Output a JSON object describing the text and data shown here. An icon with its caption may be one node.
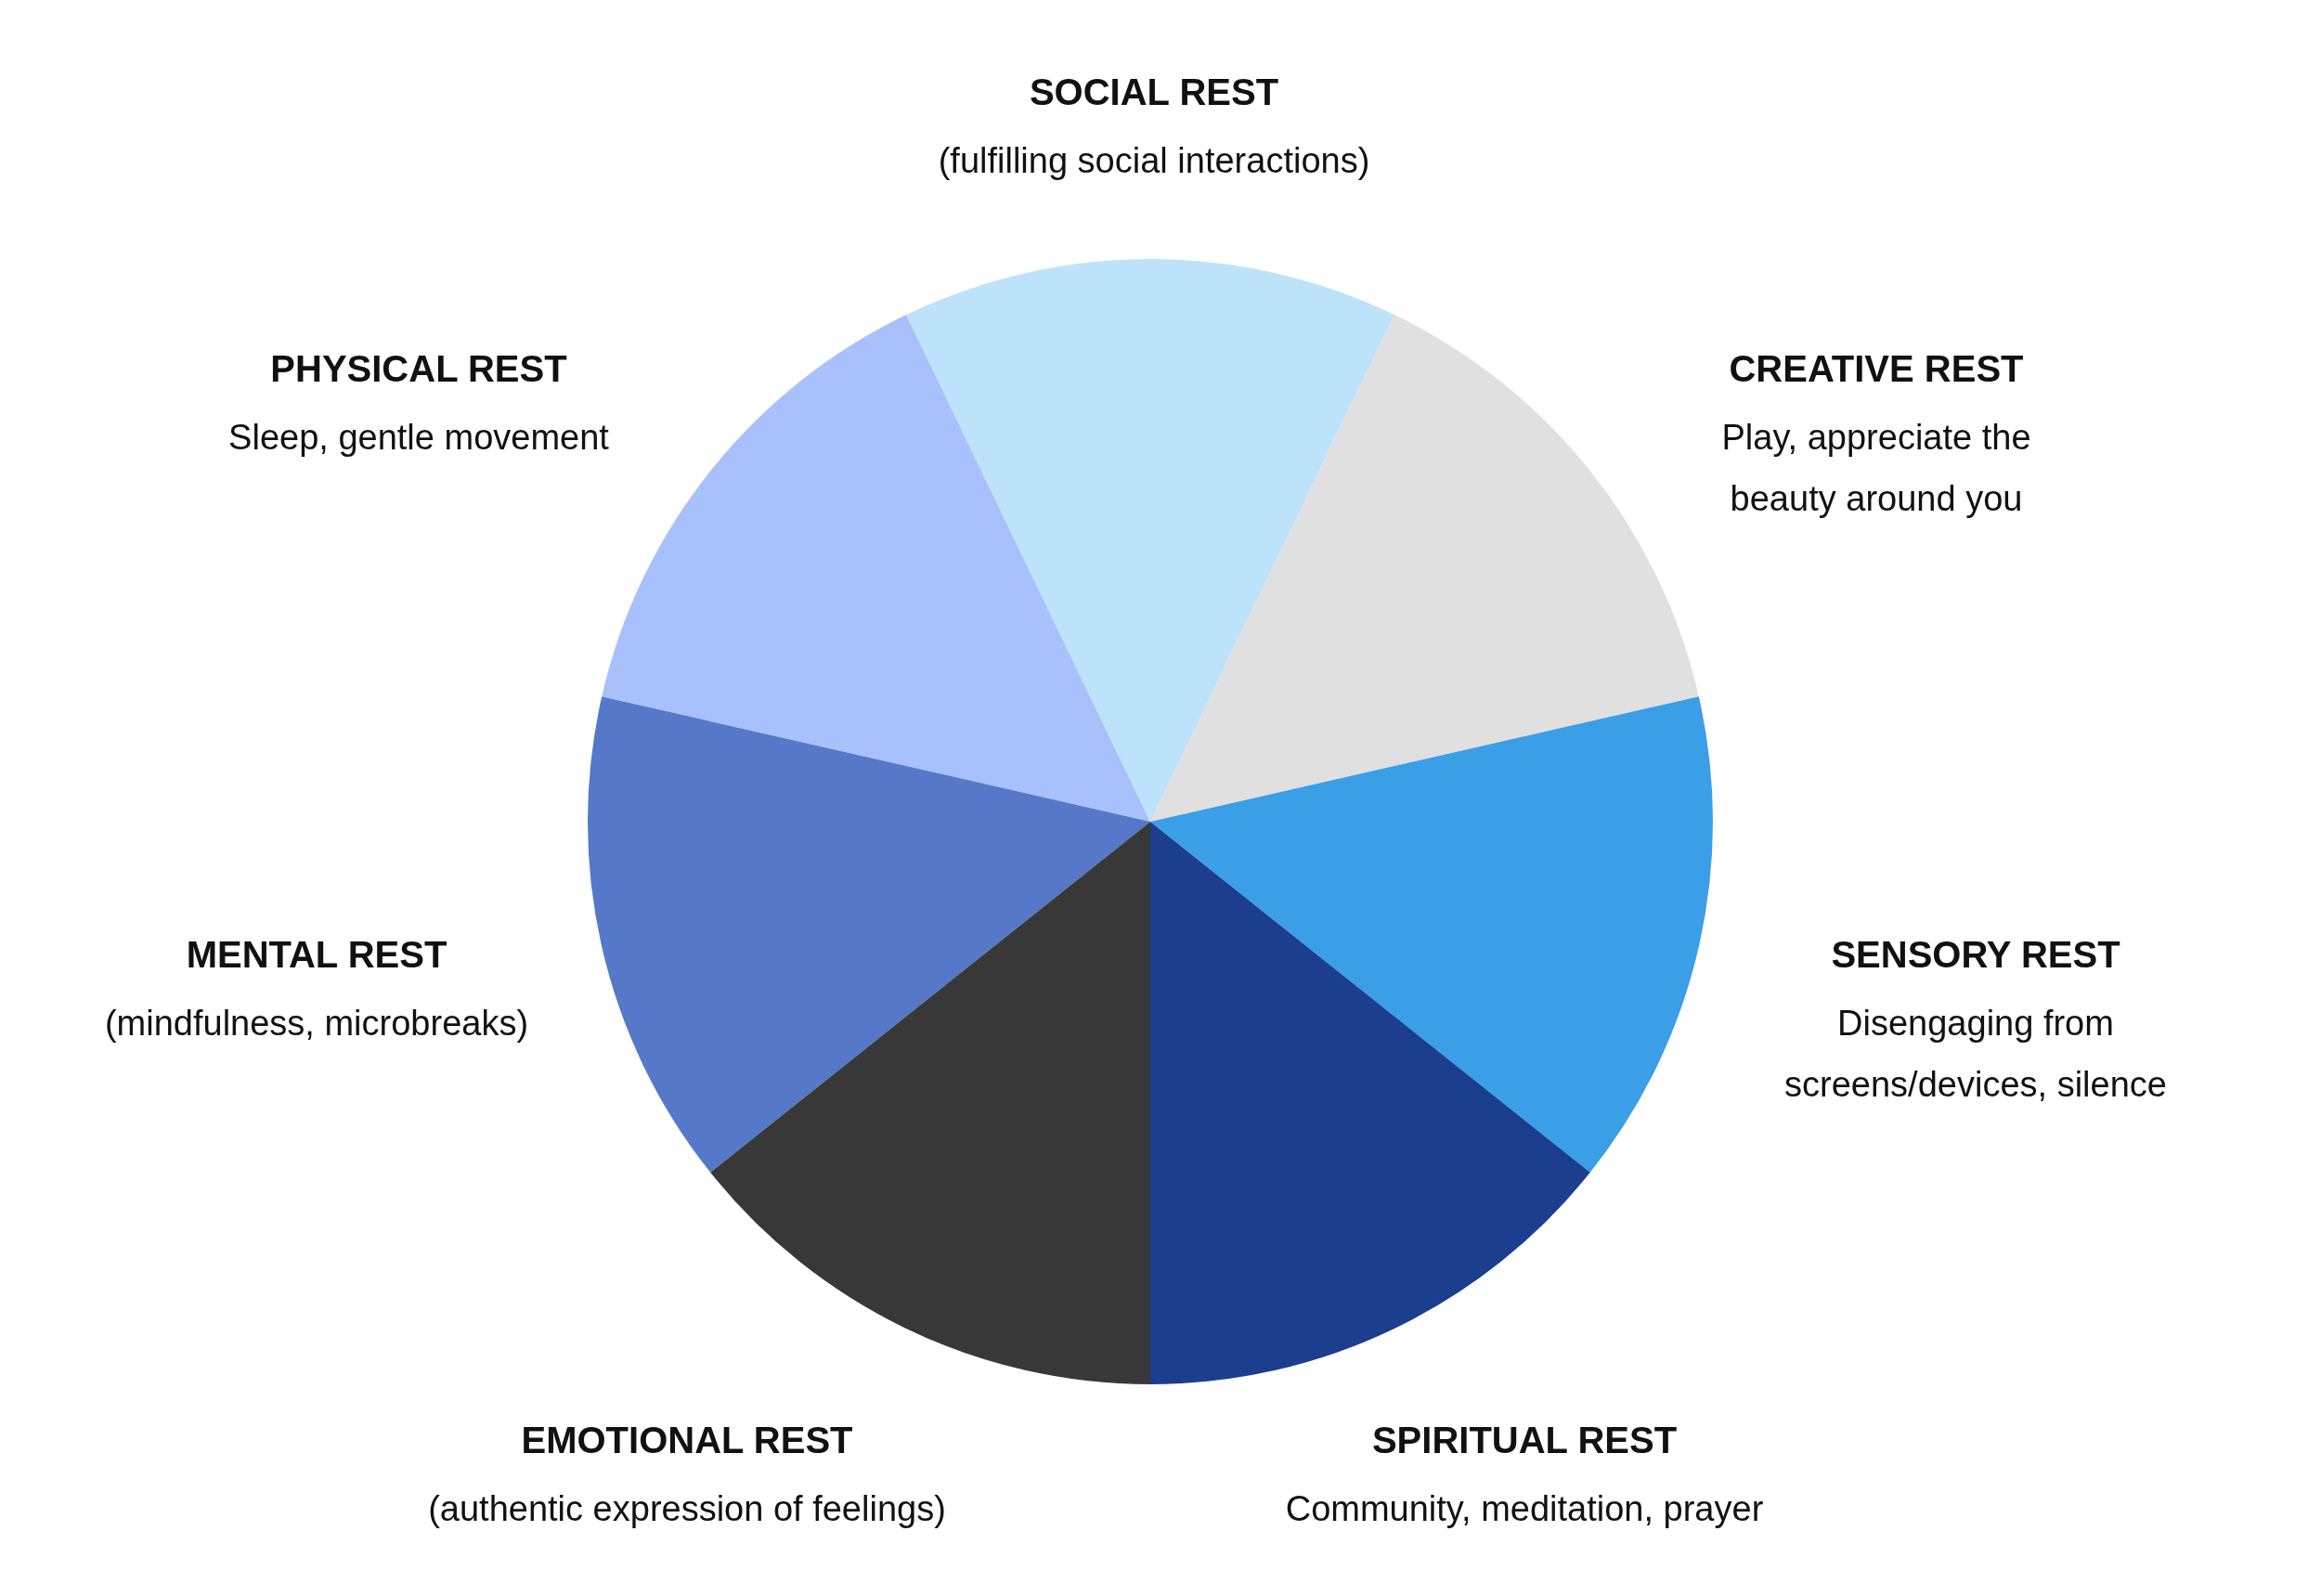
{
  "diagram": {
    "nodes": [
      {
        "text": [],
        "shape": "wedge",
        "beside": [
          "SOCIAL REST",
          "(fulfilling social interactions)"
        ]
      },
      {
        "text": [],
        "shape": "wedge",
        "beside": [
          "PHYSICAL REST",
          "Sleep, gentle movement"
        ]
      },
      {
        "text": [],
        "shape": "wedge",
        "beside": [
          "CREATIVE REST",
          "Play, appreciate the beauty around you"
        ]
      },
      {
        "text": [],
        "shape": "wedge",
        "beside": [
          "MENTAL REST",
          "(mindfulness, microbreaks)"
        ]
      },
      {
        "text": [],
        "shape": "wedge",
        "beside": [
          "SENSORY REST",
          "Disengaging from screens/devices, silence"
        ]
      },
      {
        "text": [],
        "shape": "wedge",
        "beside": [
          "EMOTIONAL REST",
          "(authentic expression of feelings)"
        ]
      },
      {
        "text": [],
        "shape": "wedge",
        "beside": [
          "SPIRITUAL REST",
          "Community, meditation, prayer"
        ]
      }
    ]
  }
}
